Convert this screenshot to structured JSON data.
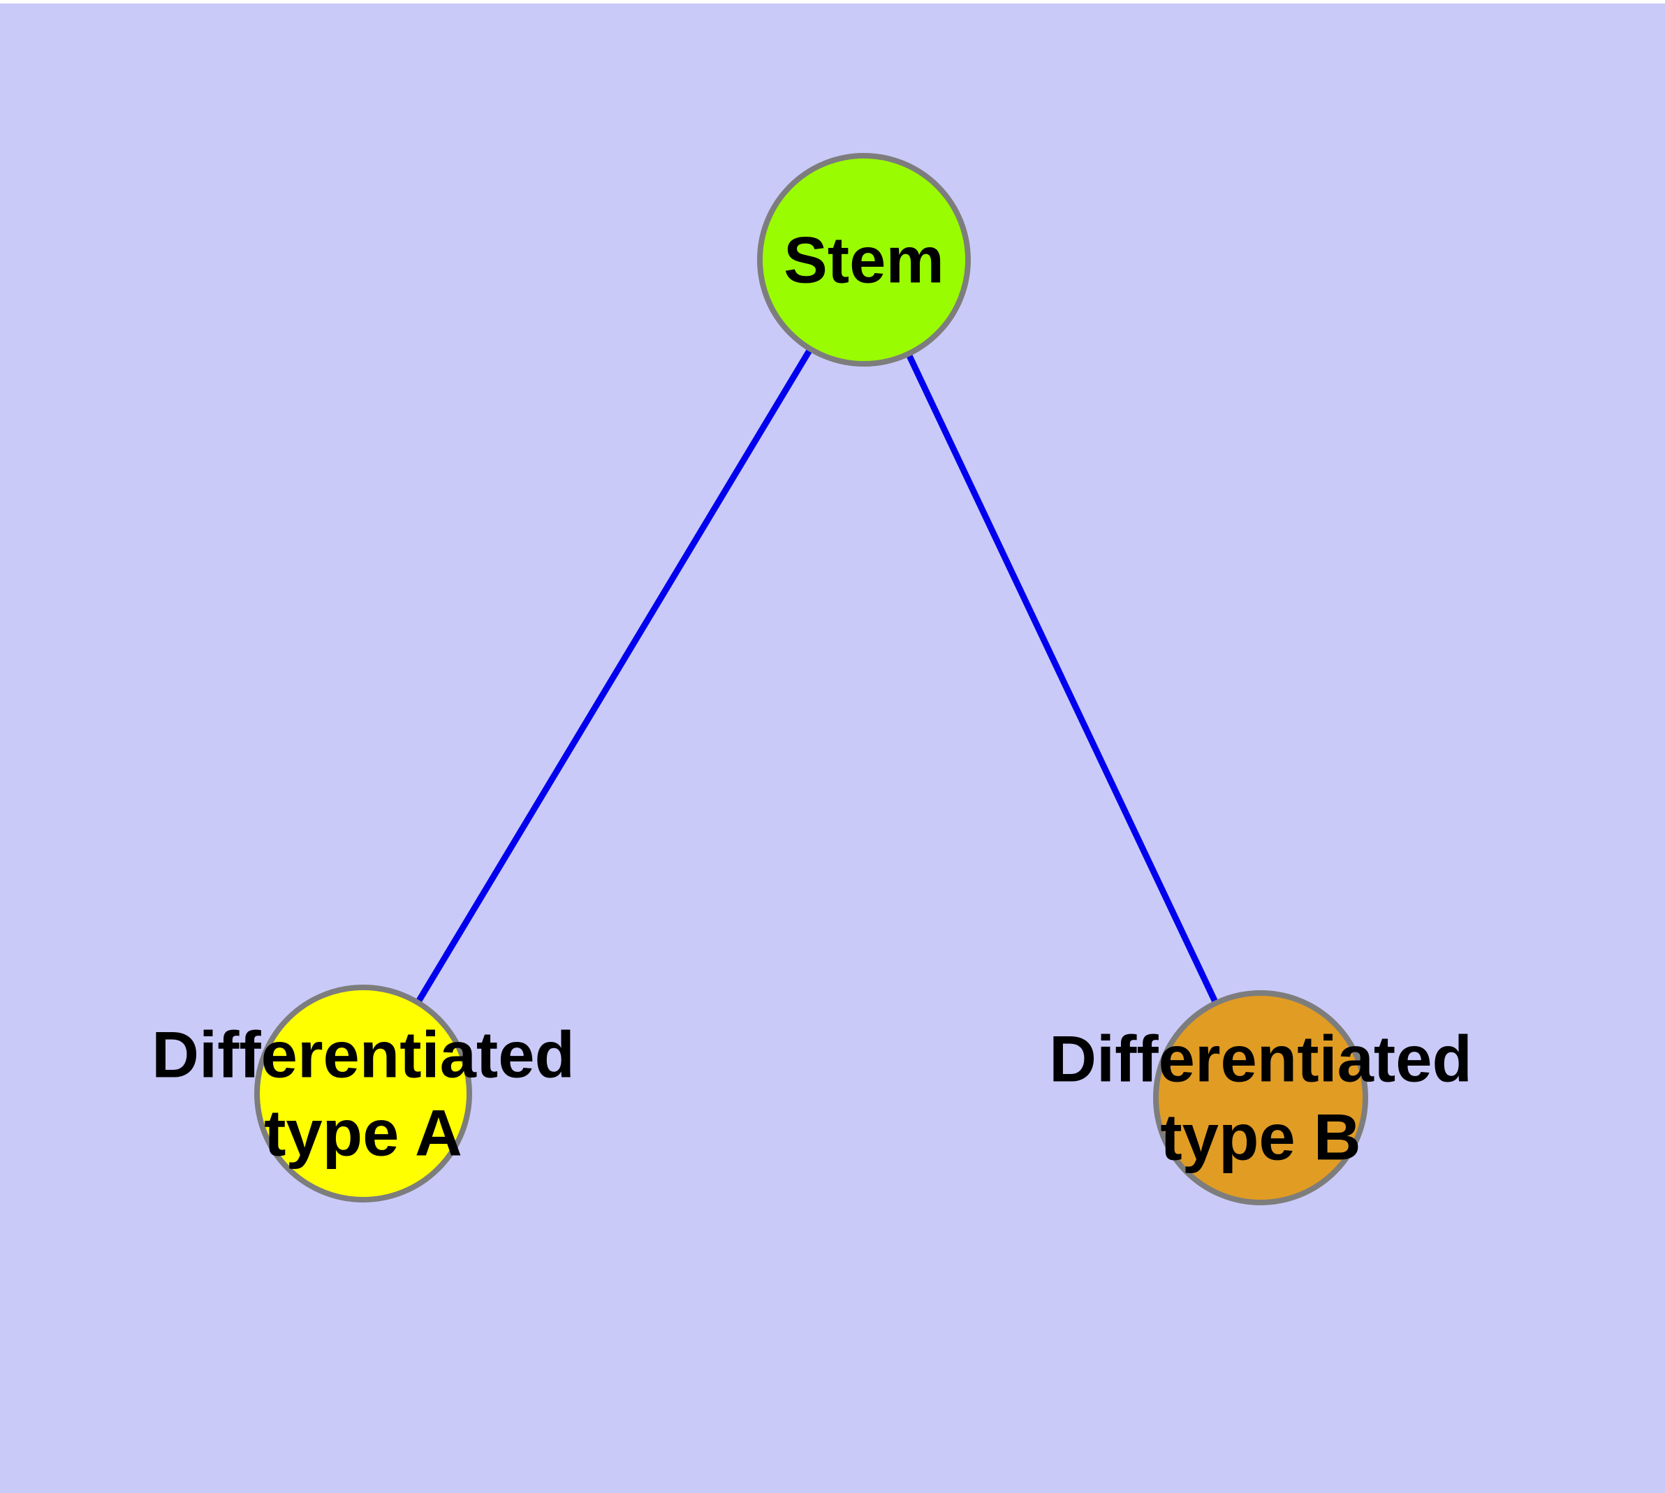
{
  "diagram": {
    "type": "node-link-graph",
    "background_color": "#CACAF9",
    "top_margin_color": "#FFFFFF",
    "edge_style": {
      "color": "#0000EE"
    },
    "node_border": {
      "color": "#7D7D7D"
    },
    "label_color": "#000000",
    "nodes": [
      {
        "id": "stem",
        "label": "Stem",
        "label_lines": [
          "Stem"
        ],
        "fill": "#9AFC00"
      },
      {
        "id": "differentiated-type-a",
        "label": "Differentiated type A",
        "label_lines": [
          "Differentiated",
          "type A"
        ],
        "fill": "#FFFF00"
      },
      {
        "id": "differentiated-type-b",
        "label": "Differentiated type B",
        "label_lines": [
          "Differentiated",
          "type B"
        ],
        "fill": "#E19C24"
      }
    ],
    "edges": [
      {
        "from": "Stem",
        "to": "Differentiated type A"
      },
      {
        "from": "Stem",
        "to": "Differentiated type B"
      }
    ]
  }
}
